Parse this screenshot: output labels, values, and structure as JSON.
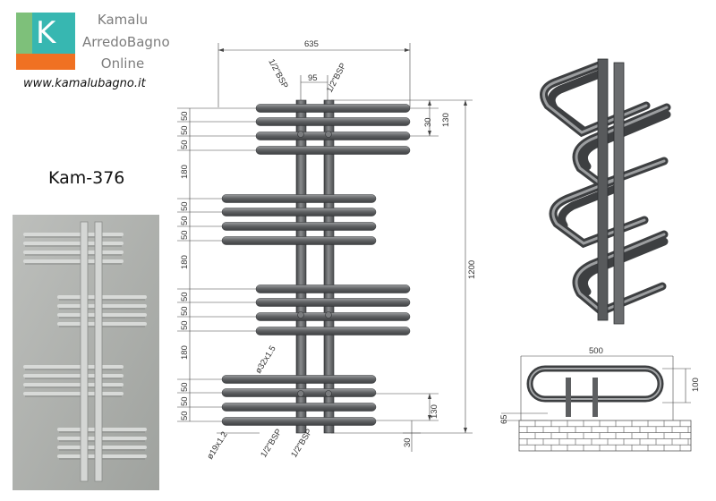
{
  "brand": {
    "logo_letter": "K",
    "name_lines": [
      "Kamalu",
      "ArredoBagno",
      "Online"
    ],
    "website": "www.kamalubagno.it",
    "colors": {
      "teal": "#37b7b1",
      "green": "#7ec07a",
      "orange": "#f07122"
    }
  },
  "product": {
    "code": "Kam-376"
  },
  "front_view": {
    "width_label": "635",
    "inner_label": "95",
    "height_label": "1200",
    "top_gap_label": "30",
    "top_pitch_label": "130",
    "bottom_pitch_label": "130",
    "bottom_gap_label": "30",
    "thread_top_left": "1/2\"BSP",
    "thread_top_right": "1/2\"BSP",
    "thread_bottom_left": "1/2\"BSP",
    "thread_bottom_right": "1/2\"BSP",
    "collector_label": "ø32x1.5",
    "bar_label": "ø19x1.2",
    "group_gap_label": "180",
    "bar_pitch_label": "50"
  },
  "side_view": {
    "width_label": "500",
    "depth_label": "100",
    "offset_label": "65"
  }
}
